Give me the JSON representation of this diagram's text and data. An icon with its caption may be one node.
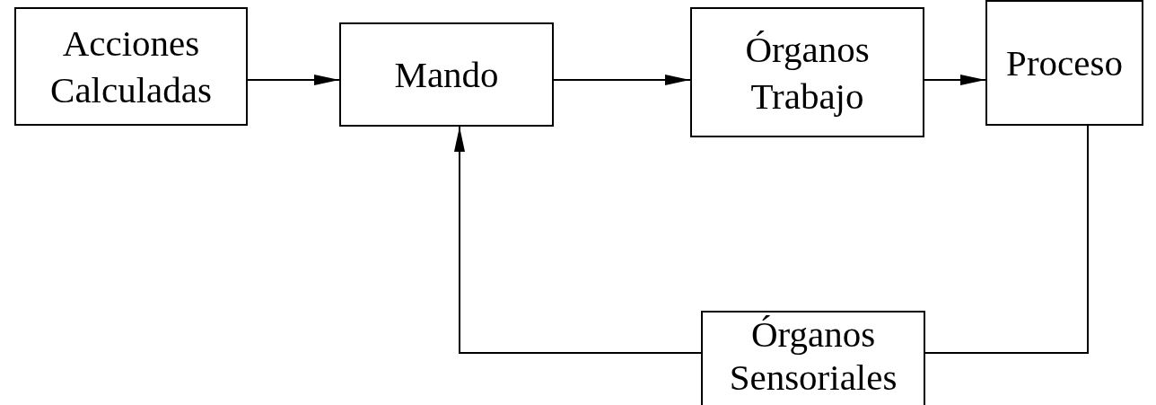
{
  "diagram": {
    "nodes": [
      {
        "text": [
          "Acciones Calculadas"
        ]
      },
      {
        "text": [
          "Mando"
        ]
      },
      {
        "text": [
          "Órganos Trabajo"
        ]
      },
      {
        "text": [
          "Proceso"
        ]
      },
      {
        "text": [
          "Órganos Sensoriales"
        ]
      }
    ],
    "edges": [
      {
        "from": 0,
        "to": 1,
        "arrow": "to"
      },
      {
        "from": 1,
        "to": 2,
        "arrow": "to"
      },
      {
        "from": 2,
        "to": 3,
        "arrow": "to"
      },
      {
        "from": 3,
        "to": 4,
        "arrow": "none"
      },
      {
        "from": 4,
        "to": 1,
        "arrow": "to"
      }
    ]
  }
}
